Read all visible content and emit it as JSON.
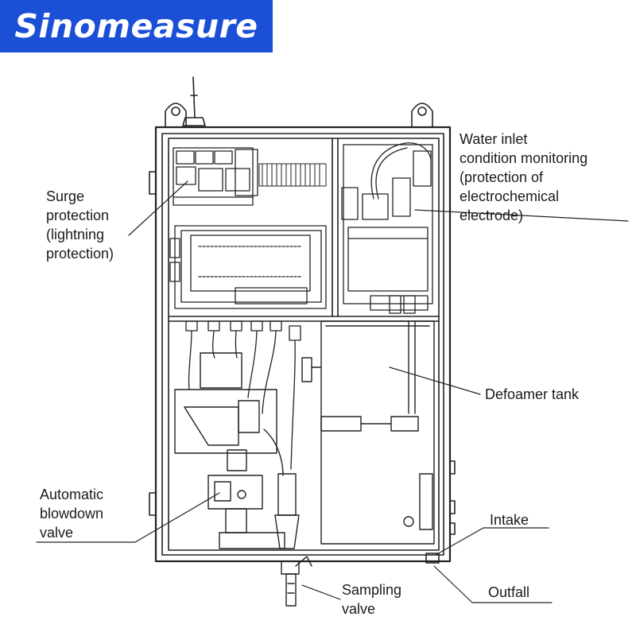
{
  "brand": {
    "name": "Sinomeasure",
    "color": "#1a4fd6"
  },
  "labels": {
    "surge": [
      "Surge",
      "protection",
      "(lightning",
      "protection)"
    ],
    "water_inlet": [
      "Water inlet",
      "condition monitoring",
      "(protection of",
      "electrochemical",
      "electrode)"
    ],
    "defoamer": [
      "Defoamer tank"
    ],
    "blowdown": [
      "Automatic",
      "blowdown",
      "valve"
    ],
    "intake": [
      "Intake"
    ],
    "outfall": [
      "Outfall"
    ],
    "sampling": [
      "Sampling",
      "valve"
    ]
  }
}
